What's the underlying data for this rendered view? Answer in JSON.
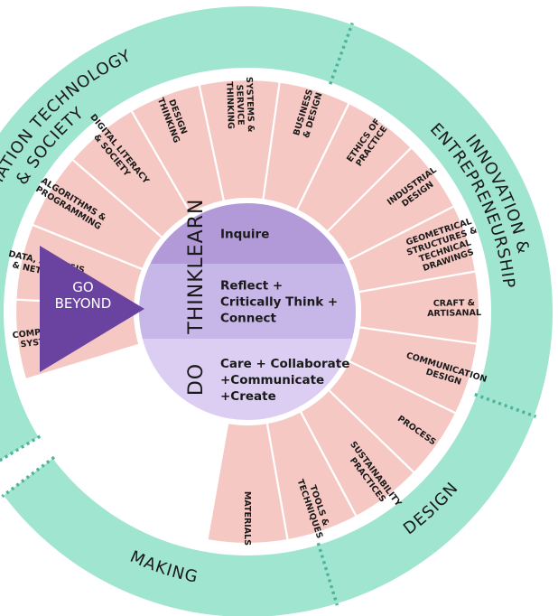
{
  "colors": {
    "outer_ring": "#9fe5cf",
    "divider": "#4fb39b",
    "segment": "#f6c8c3",
    "learn": "#b29ad8",
    "think": "#c7b6e8",
    "do": "#dccdf3",
    "arrow": "#6a43a0"
  },
  "outer_ring": [
    {
      "lines": [
        "INFORMATION TECHNOLOGY",
        "& SOCIETY"
      ]
    },
    {
      "lines": [
        "INNOVATION &",
        "ENTREPRENEURSHIP"
      ]
    },
    {
      "lines": [
        "DESIGN"
      ]
    },
    {
      "lines": [
        "MAKING"
      ]
    }
  ],
  "segments": [
    {
      "lines": [
        "COMPUTING",
        "SYSTEMS"
      ]
    },
    {
      "lines": [
        "DATA, ANALYSIS",
        "& NETWORKS"
      ]
    },
    {
      "lines": [
        "ALGORITHMS &",
        "PROGRAMMING"
      ]
    },
    {
      "lines": [
        "DIGITAL LITERACY",
        "& SOCIETY"
      ]
    },
    {
      "lines": [
        "DESIGN",
        "THINKING"
      ]
    },
    {
      "lines": [
        "SYSTEMS &",
        "SERVICE",
        "THINKING"
      ]
    },
    {
      "lines": [
        "BUSINESS",
        "& DESIGN"
      ]
    },
    {
      "lines": [
        "ETHICS OF",
        "PRACTICE"
      ]
    },
    {
      "lines": [
        "INDUSTRIAL",
        "DESIGN"
      ]
    },
    {
      "lines": [
        "GEOMETRICAL",
        "STRUCTURES &",
        "TECHNICAL",
        "DRAWINGS"
      ]
    },
    {
      "lines": [
        "CRAFT &",
        "ARTISANAL"
      ]
    },
    {
      "lines": [
        "COMMUNICATION",
        "DESIGN"
      ]
    },
    {
      "lines": [
        "PROCESS"
      ]
    },
    {
      "lines": [
        "SUSTAINABILITY",
        "PRACTICES"
      ]
    },
    {
      "lines": [
        "TOOLS &",
        "TECHNIQUES"
      ]
    },
    {
      "lines": [
        "MATERIALS"
      ]
    }
  ],
  "bands": [
    {
      "title": "LEARN",
      "lines": [
        "Inquire"
      ]
    },
    {
      "title": "THINK",
      "lines": [
        "Reflect +",
        "Critically Think +",
        "Connect"
      ]
    },
    {
      "title": "DO",
      "lines": [
        "Care + Collaborate",
        "+Communicate",
        "+Create"
      ]
    }
  ],
  "go_beyond": {
    "lines": [
      "GO",
      "BEYOND"
    ]
  }
}
